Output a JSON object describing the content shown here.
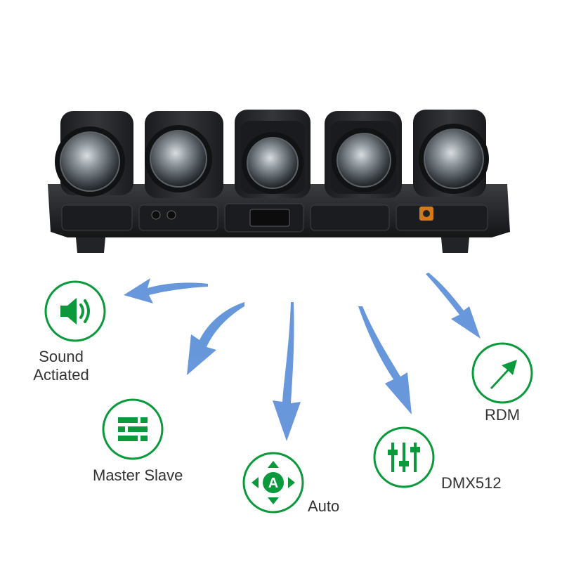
{
  "colors": {
    "accent": "#0a9a3c",
    "arrow": "#5b8fd8",
    "label_text": "#333333",
    "fixture_body": "#1c1d20"
  },
  "product": {
    "description_icon": "five-head-moving-light-bar"
  },
  "modes": [
    {
      "key": "sound",
      "label": "Sound Actiated",
      "icon": "speaker-icon"
    },
    {
      "key": "master_slave",
      "label": "Master Slave",
      "icon": "list-icon"
    },
    {
      "key": "auto",
      "label": "Auto",
      "icon": "auto-dpad-icon",
      "glyph": "A"
    },
    {
      "key": "dmx",
      "label": "DMX512",
      "icon": "fader-icon"
    },
    {
      "key": "rdm",
      "label": "RDM",
      "icon": "arrow-up-right-icon"
    }
  ]
}
